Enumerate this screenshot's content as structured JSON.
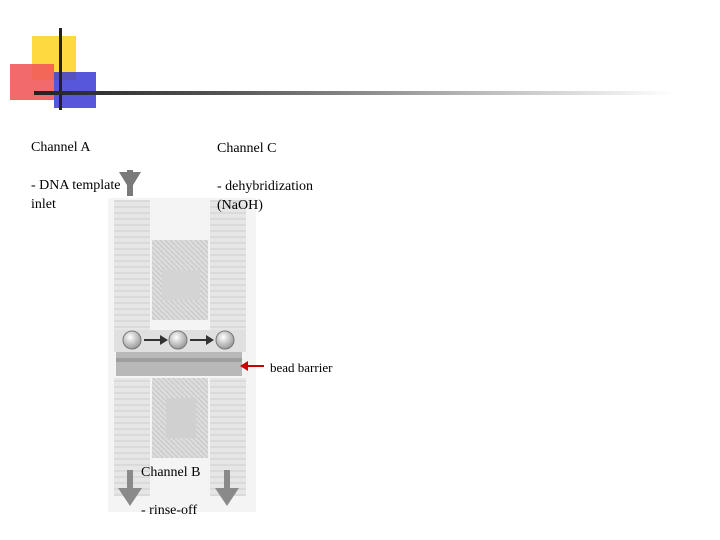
{
  "header": {
    "accent_colors": {
      "yellow": "#ffd940",
      "red": "#f25a5a",
      "blue": "#3a3ad6"
    }
  },
  "labels": {
    "channel_a": {
      "title": "Channel A",
      "desc": "- DNA template\ninlet"
    },
    "channel_c": {
      "title": "Channel C",
      "desc": "- dehybridization\n(NaOH)"
    },
    "channel_b": {
      "title": "Channel B",
      "desc": "- rinse-off"
    },
    "bead_barrier": "bead barrier"
  },
  "icons": {
    "inlet_arrow": "arrow-down-icon",
    "outlet_arrows": "arrow-down-icon",
    "flow_arrows": "arrow-right-icon",
    "pointer_arrow": "arrow-left-icon"
  },
  "colors": {
    "pointer": "#cc0000",
    "channel": "#cfcfcf",
    "barrier": "#b8b8b8"
  }
}
